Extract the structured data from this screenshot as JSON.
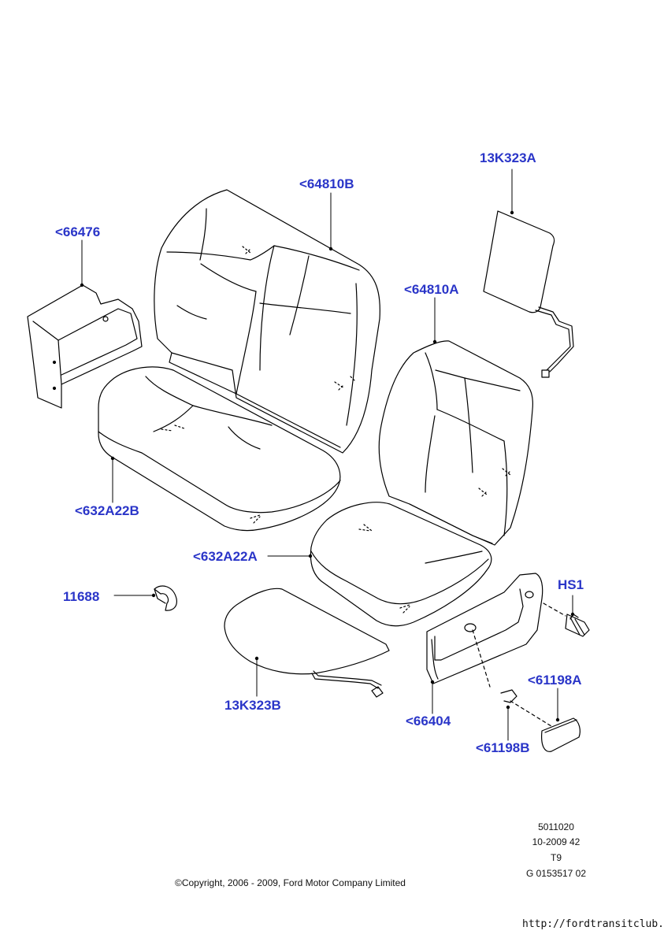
{
  "diagram": {
    "labels": {
      "headrest_rear": "13K323A",
      "backrest_double": "<64810B",
      "side_cover_left": "<66476",
      "backrest_single": "<64810A",
      "cushion_double": "<632A22B",
      "cushion_single": "<632A22A",
      "clip": "11688",
      "screw": "HS1",
      "cushion_heater": "13K323B",
      "side_trim": "<66404",
      "lever": "<61198A",
      "lever_clip": "<61198B"
    },
    "meta": {
      "line1": "5011020",
      "line2": "10-2009 42",
      "line3": "T9",
      "line4": "G 0153517 02"
    },
    "copyright": "©Copyright, 2006 - 2009, Ford Motor Company Limited",
    "url": "http://fordtransitclub.ru",
    "colors": {
      "label": "#2a35c8",
      "line": "#000000"
    }
  }
}
